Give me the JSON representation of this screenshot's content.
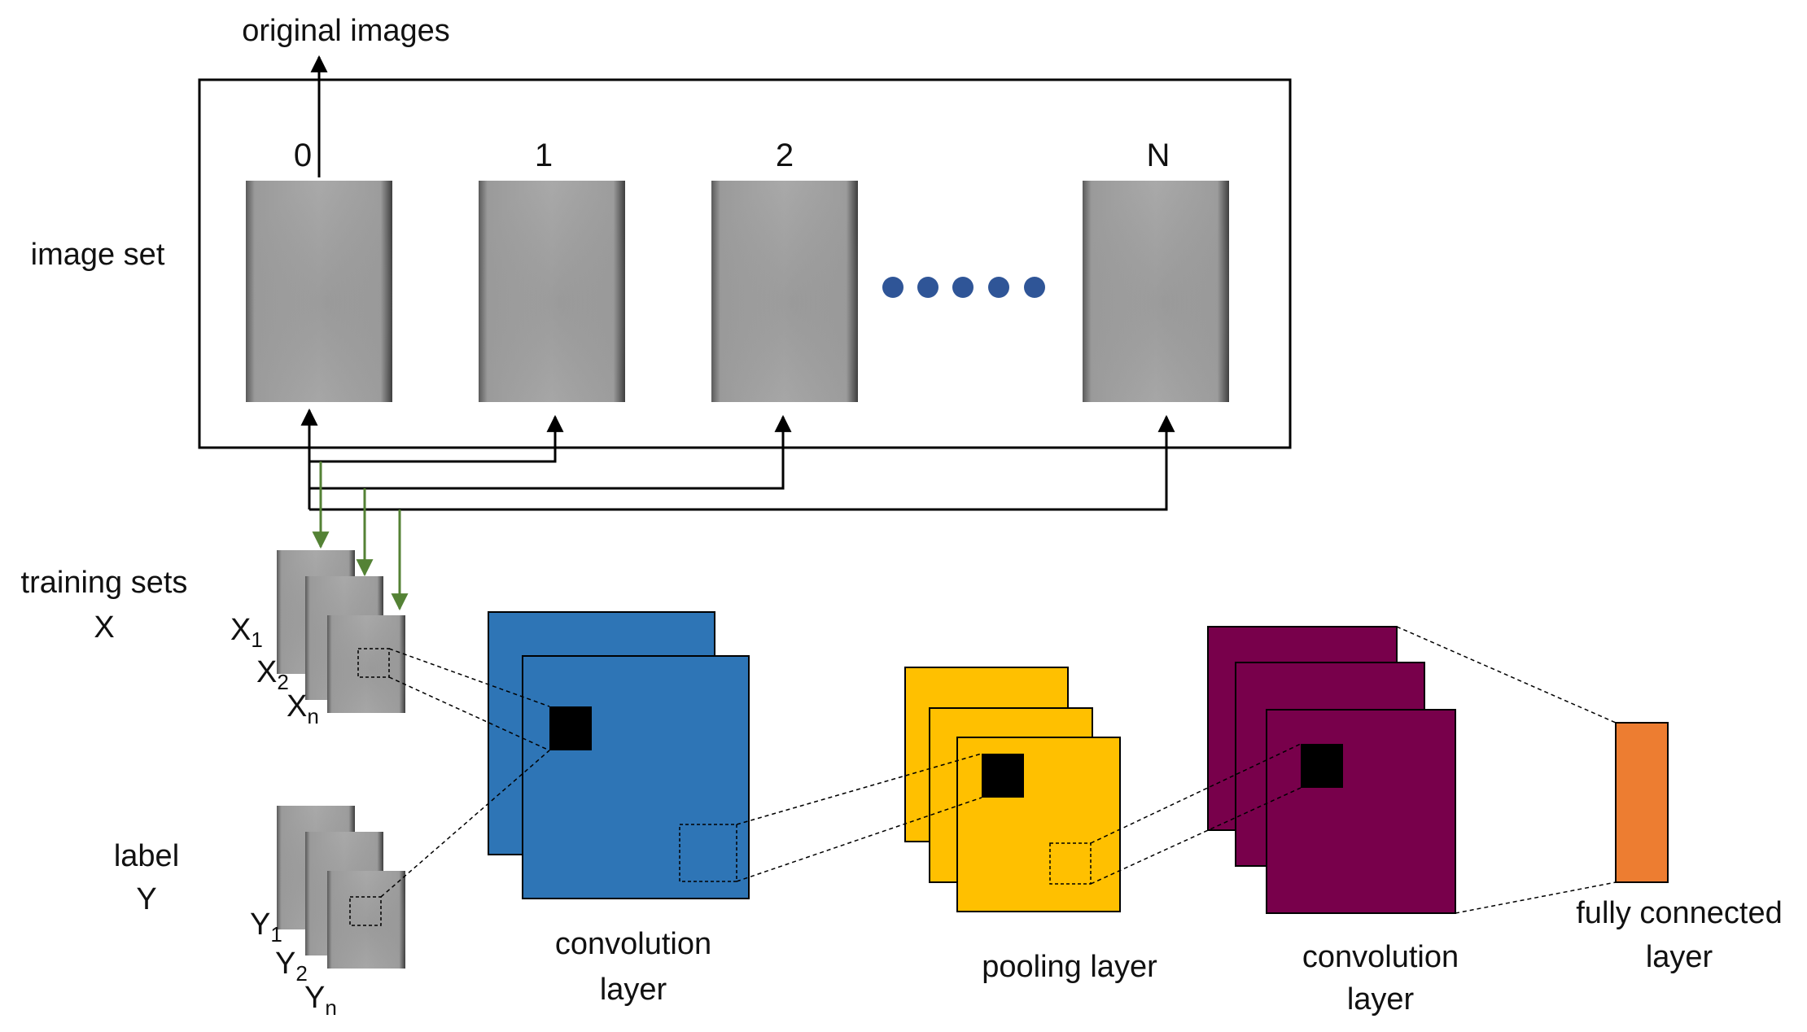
{
  "labels": {
    "original_images": "original images",
    "image_set": "image set",
    "training_sets": "training sets",
    "training_var": "X",
    "label": "label",
    "label_var": "Y",
    "conv_layer_1_line1": "convolution",
    "conv_layer_1_line2": "layer",
    "pooling_layer": "pooling layer",
    "conv_layer_2_line1": "convolution",
    "conv_layer_2_line2": "layer",
    "fc_line1": "fully connected",
    "fc_line2": "layer"
  },
  "image_indices": [
    "0",
    "1",
    "2",
    "N"
  ],
  "training_items": [
    {
      "base": "X",
      "sub": "1"
    },
    {
      "base": "X",
      "sub": "2"
    },
    {
      "base": "X",
      "sub": "n"
    }
  ],
  "label_items": [
    {
      "base": "Y",
      "sub": "1"
    },
    {
      "base": "Y",
      "sub": "2"
    },
    {
      "base": "Y",
      "sub": "n"
    }
  ],
  "colors": {
    "conv1": "#2e75b6",
    "pool": "#ffc000",
    "conv2": "#78004b",
    "fc": "#ed7d31",
    "ellipsis_dots": "#2f5597",
    "green_arrow": "#548235"
  }
}
